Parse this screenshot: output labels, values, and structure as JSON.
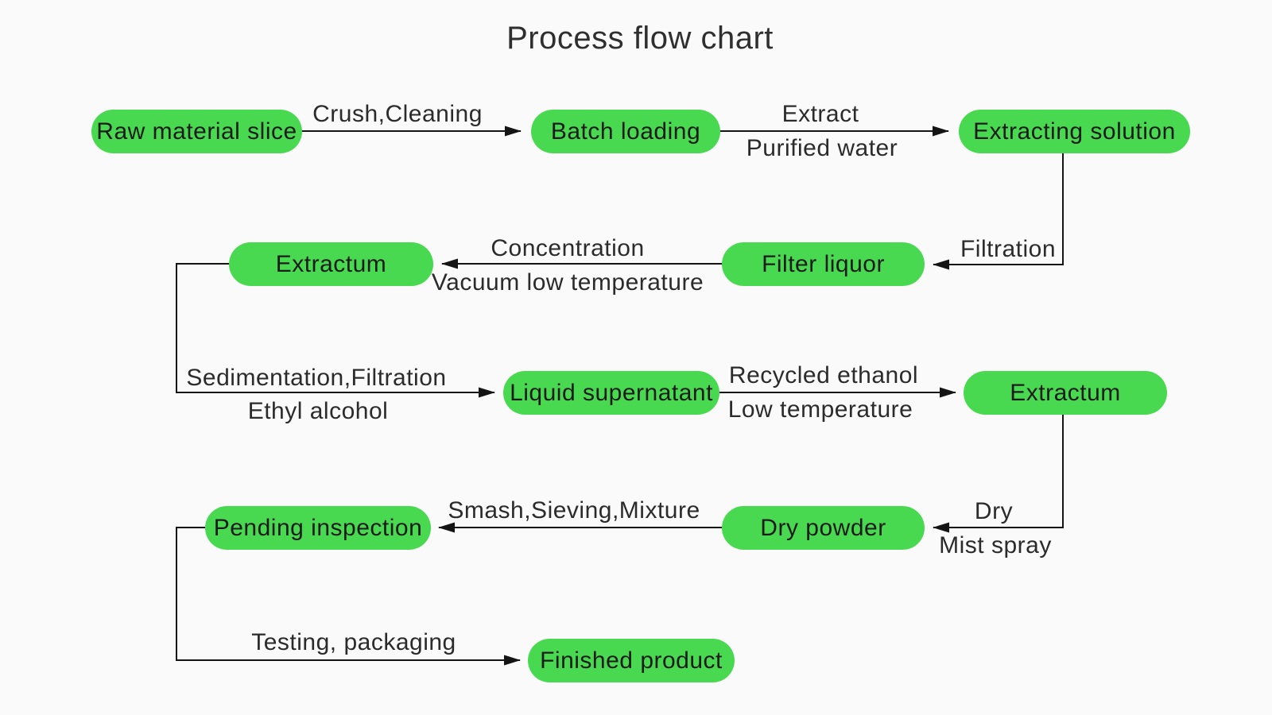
{
  "title": "Process flow chart",
  "colors": {
    "node_fill": "#48d950",
    "edge_line": "#141414",
    "background": "#fbfafa",
    "node_text": "#1b1b1b",
    "label_text": "#2b2b2b",
    "title_text": "#2f2f2f"
  },
  "nodes": {
    "raw_material_slice": {
      "label": "Raw material slice"
    },
    "batch_loading": {
      "label": "Batch loading"
    },
    "extracting_solution": {
      "label": "Extracting solution"
    },
    "extractum_1": {
      "label": "Extractum"
    },
    "filter_liquor": {
      "label": "Filter liquor"
    },
    "liquid_supernatant": {
      "label": "Liquid supernatant"
    },
    "extractum_2": {
      "label": "Extractum"
    },
    "pending_inspection": {
      "label": "Pending inspection"
    },
    "dry_powder": {
      "label": "Dry powder"
    },
    "finished_product": {
      "label": "Finished product"
    }
  },
  "edges": {
    "crush_cleaning": {
      "from": "Raw material slice",
      "to": "Batch loading",
      "line1": "Crush,Cleaning"
    },
    "extract": {
      "from": "Batch loading",
      "to": "Extracting solution",
      "line1": "Extract",
      "line2": "Purified water"
    },
    "filtration": {
      "from": "Extracting solution",
      "to": "Filter liquor",
      "line1": "Filtration"
    },
    "concentration": {
      "from": "Filter liquor",
      "to": "Extractum",
      "line1": "Concentration",
      "line2": "Vacuum low temperature"
    },
    "sedimentation": {
      "from": "Extractum",
      "to": "Liquid supernatant",
      "line1": "Sedimentation,Filtration",
      "line2": "Ethyl alcohol"
    },
    "recycled_ethanol": {
      "from": "Liquid supernatant",
      "to": "Extractum",
      "line1": "Recycled ethanol",
      "line2": "Low temperature"
    },
    "dry": {
      "from": "Extractum",
      "to": "Dry powder",
      "line1": "Dry",
      "line2": "Mist spray"
    },
    "smash_sieving_mixture": {
      "from": "Dry powder",
      "to": "Pending inspection",
      "line1": "Smash,Sieving,Mixture"
    },
    "testing_packaging": {
      "from": "Pending inspection",
      "to": "Finished product",
      "line1": "Testing, packaging"
    }
  }
}
